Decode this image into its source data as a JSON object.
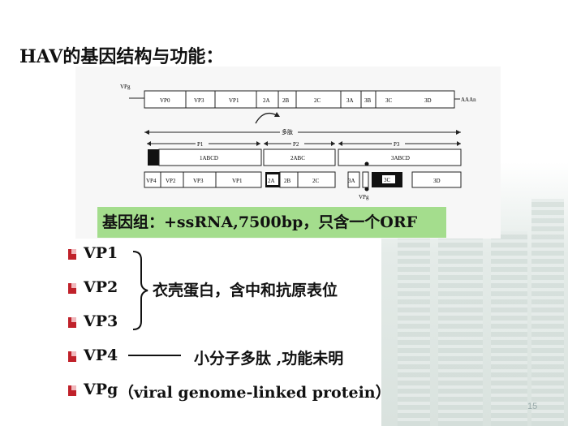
{
  "title": "HAV的基因结构与功能：",
  "diagram": {
    "genome_start_label": "VPg",
    "genome_segments": [
      "VP0",
      "VP3",
      "VP1",
      "2A",
      "2B",
      "2C",
      "3A",
      "3B",
      "3C",
      "3D"
    ],
    "genome_end_label": "AAAn",
    "polyprotein_label": "多肽",
    "region_labels": [
      "P1",
      "P2",
      "P3"
    ],
    "precursor_labels": [
      "1ABCD",
      "2ABC",
      "3ABCD"
    ],
    "product_labels": [
      "VP4",
      "VP2",
      "VP3",
      "VP1",
      "2A",
      "2B",
      "2C",
      "3A",
      "3C",
      "3D"
    ],
    "vpg_label": "VPg"
  },
  "caption": "基因组：+ssRNA,7500bp，只含一个ORF",
  "bullets": [
    {
      "label": "VP1"
    },
    {
      "label": "VP2"
    },
    {
      "label": "VP3"
    },
    {
      "label": "VP4"
    },
    {
      "label": "VPg"
    }
  ],
  "coat_text": "衣壳蛋白，含中和抗原表位",
  "vp4_text": "小分子多肽 ,功能未明",
  "vpg_text": "（viral genome-linked protein）",
  "page_number": "15"
}
